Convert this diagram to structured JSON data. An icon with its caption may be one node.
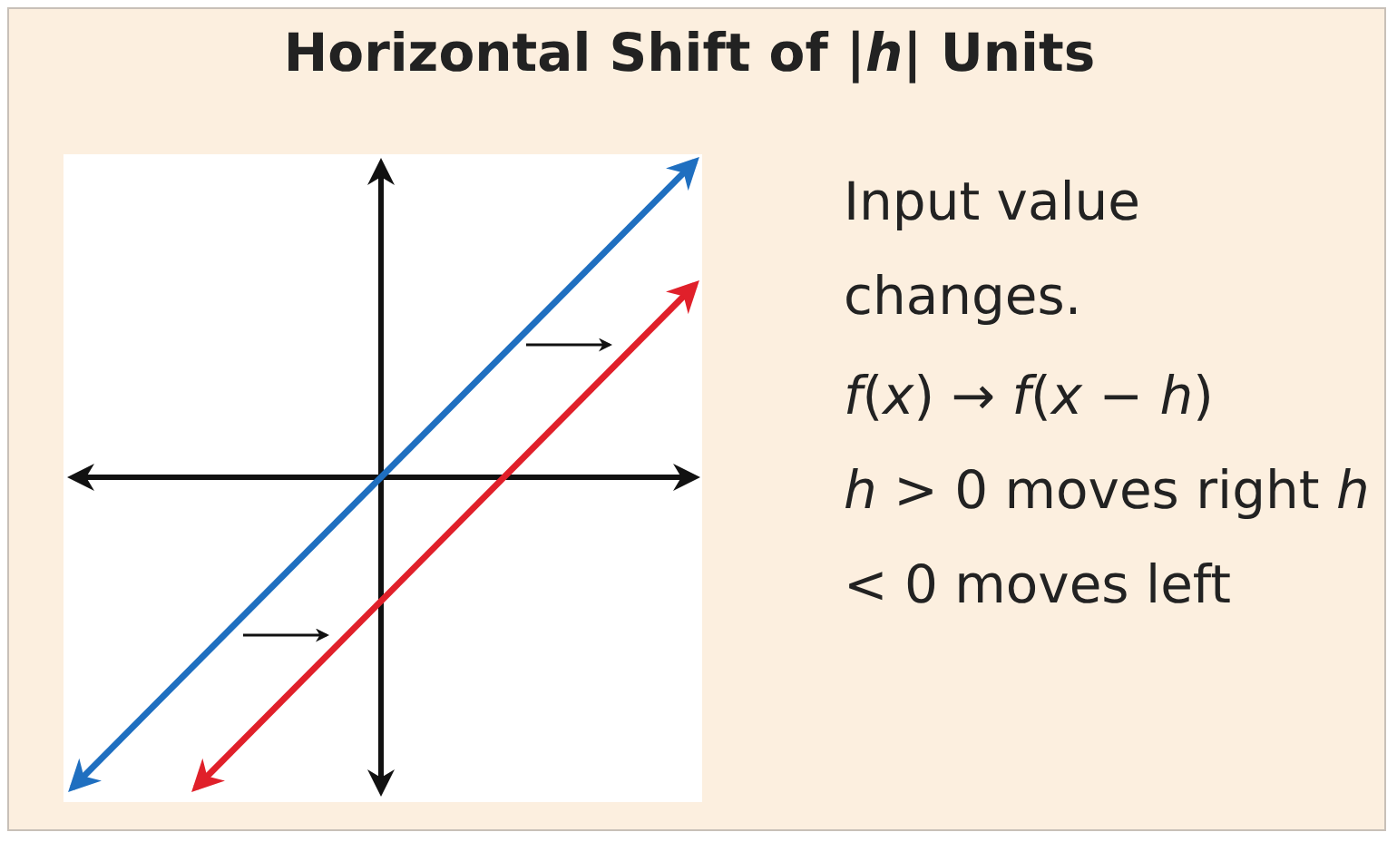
{
  "diagram": {
    "title": "Horizontal Shift of |*h*| Units",
    "labels": [
      "Input value changes.",
      "*f*(*x*) → *f*(*x* − *h*)",
      "*h* > 0 moves right *h* < 0 moves left"
    ]
  }
}
